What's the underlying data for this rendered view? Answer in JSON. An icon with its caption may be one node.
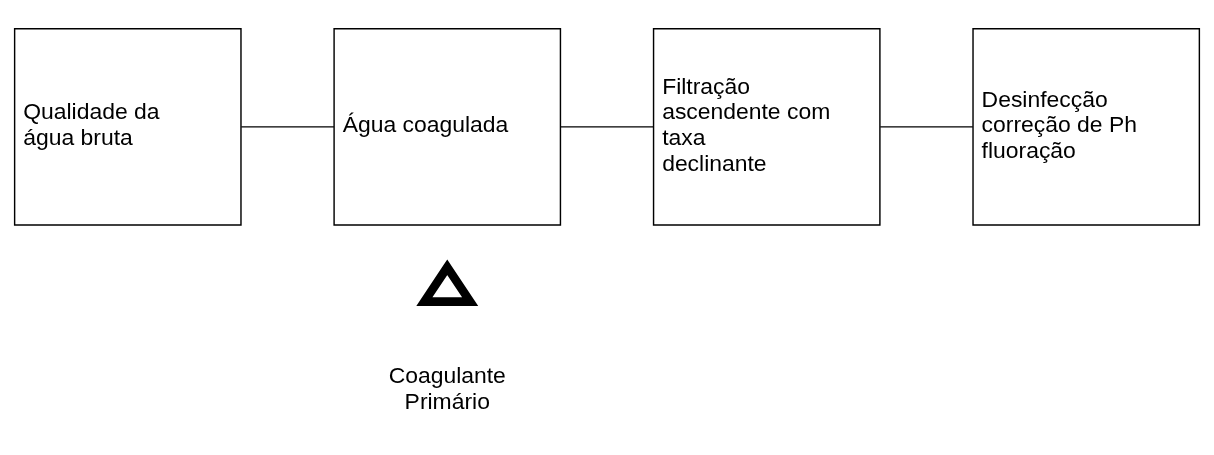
{
  "diagram": {
    "nodes": [
      {
        "text": [
          "Qualidade da água bruta"
        ]
      },
      {
        "text": [
          "Água coagulada"
        ]
      },
      {
        "text": [
          "Filtração ascendente com taxa declinante"
        ]
      },
      {
        "text": [
          "Desinfecção correção de Ph fluoração"
        ]
      },
      {
        "text": [],
        "shape": "triangle",
        "beside": [
          "Coagulante Primário"
        ]
      }
    ],
    "edges": [
      {
        "from": 0,
        "to": 1,
        "arrow": "none"
      },
      {
        "from": 1,
        "to": 2,
        "arrow": "none"
      },
      {
        "from": 2,
        "to": 3,
        "arrow": "none"
      }
    ]
  }
}
